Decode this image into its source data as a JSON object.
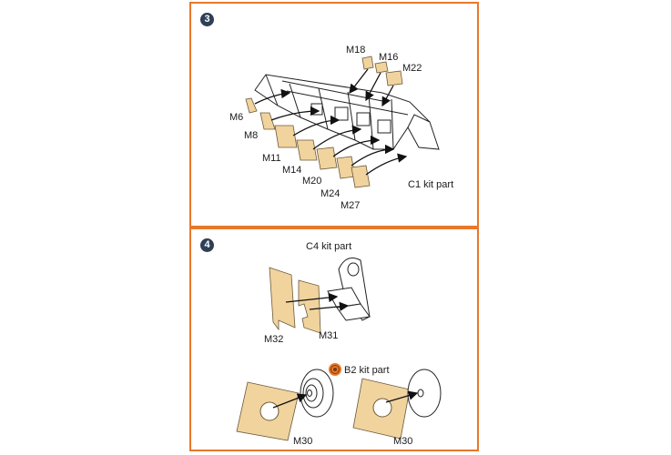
{
  "steps": [
    {
      "number": "3",
      "labels": {
        "m18": "M18",
        "m16": "M16",
        "m22": "M22",
        "m6": "M6",
        "m8": "M8",
        "m11": "M11",
        "m14": "M14",
        "m20": "M20",
        "m24": "M24",
        "m27": "M27",
        "kit_part": "C1 kit part"
      }
    },
    {
      "number": "4",
      "labels": {
        "c4_part": "C4 kit part",
        "m32": "M32",
        "m31": "M31",
        "b2_part": "B2 kit part",
        "m30_left": "M30",
        "m30_right": "M30"
      }
    }
  ],
  "colors": {
    "frame": "#e8782a",
    "badge": "#2e3f57",
    "mask": "#f1d39e"
  },
  "icons": {
    "b2_marker": "spiral-target-icon"
  }
}
